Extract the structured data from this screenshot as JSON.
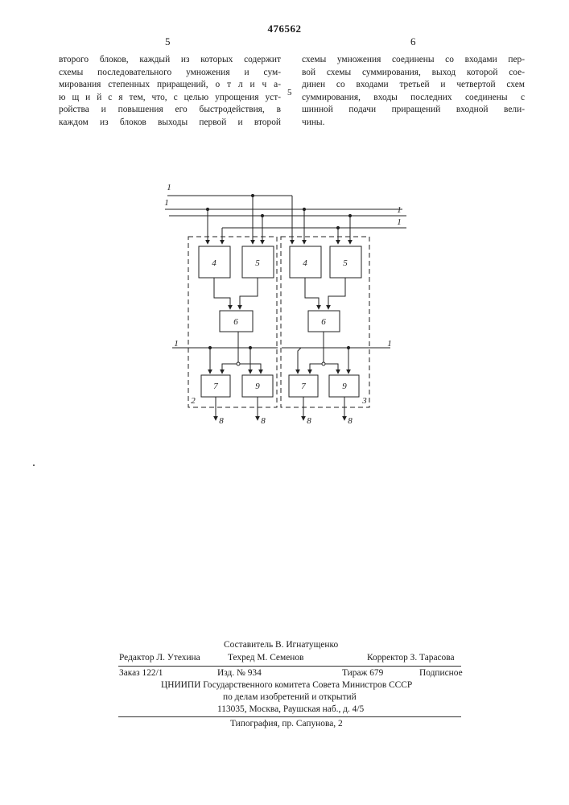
{
  "patent_number": "476562",
  "left_column": {
    "page_number": "5",
    "lines": [
      "второго блоков, каждый из которых содержит",
      "схемы последовательного умножения и сум-",
      "мирования степенных приращений, о т л и ч а-",
      "ю щ и й с я тем, что, с целью упрощения уст-",
      "ройства и повышения его быстродействия, в",
      "каждом из блоков выходы первой и второй"
    ]
  },
  "margin_line_number": "5",
  "right_column": {
    "page_number": "6",
    "lines": [
      "схемы умножения соединены со входами пер-",
      "вой схемы суммирования, выход которой сое-",
      "динен со входами третьей и четвертой схем",
      "суммирования, входы последних соединены с",
      "шинной подачи приращений входной вели-",
      "чины."
    ]
  },
  "diagram": {
    "block_labels": {
      "multiplier_a": "4",
      "multiplier_b": "5",
      "adder_first": "6",
      "adder_third": "7",
      "adder_fourth": "9"
    },
    "bus_label": "1",
    "output_label": "8",
    "unit_labels": [
      "2",
      "3"
    ]
  },
  "imprint": {
    "compiler": "Составитель В. Игнатущенко",
    "editor": "Редактор Л. Утехина",
    "tech_editor": "Техред М. Семенов",
    "proofreader": "Корректор З. Тарасова",
    "order": "Заказ 122/1",
    "edition": "Изд. № 934",
    "print_run": "Тираж 679",
    "subscription": "Подписное",
    "org_line1": "ЦНИИПИ Государственного комитета Совета Министров СССР",
    "org_line2": "по делам изобретений и открытий",
    "address": "113035, Москва, Раушская наб., д. 4/5",
    "typography": "Типография, пр. Сапунова, 2"
  }
}
